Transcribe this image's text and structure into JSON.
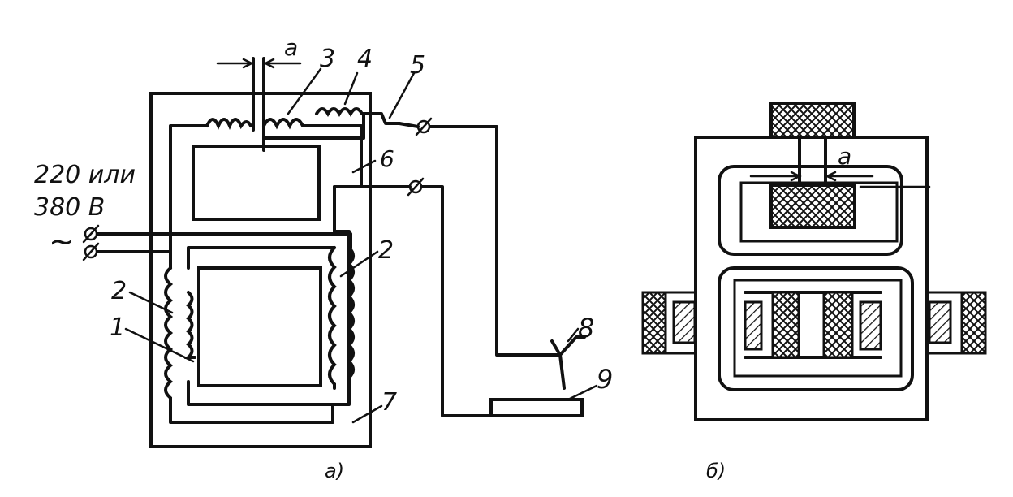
{
  "figure_a": {
    "voltage_line1": "220 или",
    "voltage_line2": "380 В",
    "ac_symbol": "~",
    "gap_label": "a",
    "labels": {
      "n1": "1",
      "n2_left": "2",
      "n2_right": "2",
      "n3": "3",
      "n4": "4",
      "n5": "5",
      "n6": "6",
      "n7": "7",
      "n8": "8",
      "n9": "9"
    },
    "caption": "а)"
  },
  "figure_b": {
    "gap_label": "a",
    "caption": "б)"
  }
}
